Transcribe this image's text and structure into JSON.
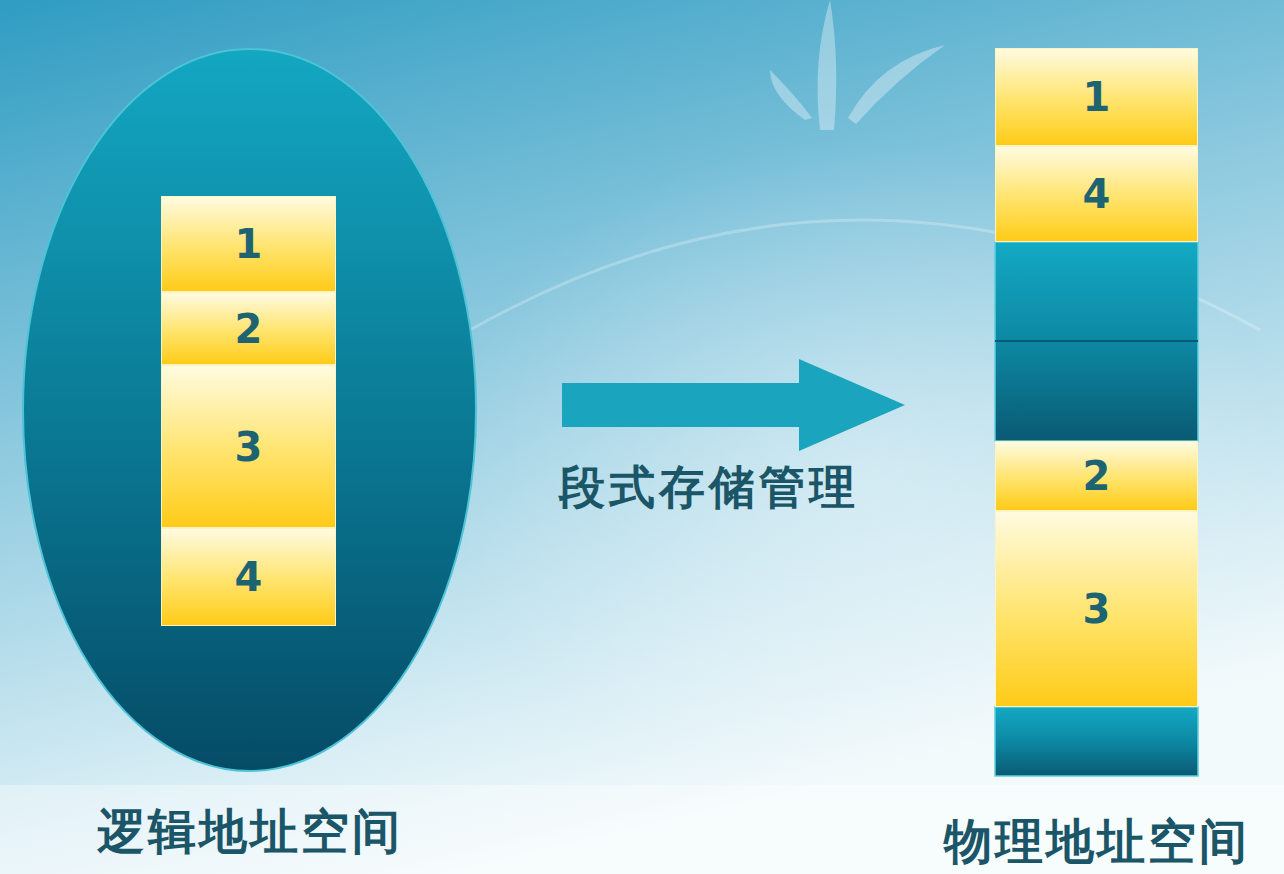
{
  "diagram": {
    "nodes": [
      {
        "text": [
          "逻辑地址空间"
        ]
      },
      {
        "text": [
          "1"
        ],
        "in": 0
      },
      {
        "text": [
          "2"
        ],
        "in": 0
      },
      {
        "text": [
          "3"
        ],
        "in": 0
      },
      {
        "text": [
          "4"
        ],
        "in": 0
      },
      {
        "text": [
          "物理地址空间"
        ]
      },
      {
        "text": [
          "1"
        ],
        "in": 5
      },
      {
        "text": [
          "4"
        ],
        "in": 5
      },
      {
        "text": [
          "2"
        ],
        "in": 5
      },
      {
        "text": [
          "3"
        ],
        "in": 5
      }
    ],
    "edges": [
      {
        "from": 0,
        "to": 5,
        "arrow": "to",
        "label": "段式存储管理"
      }
    ]
  }
}
